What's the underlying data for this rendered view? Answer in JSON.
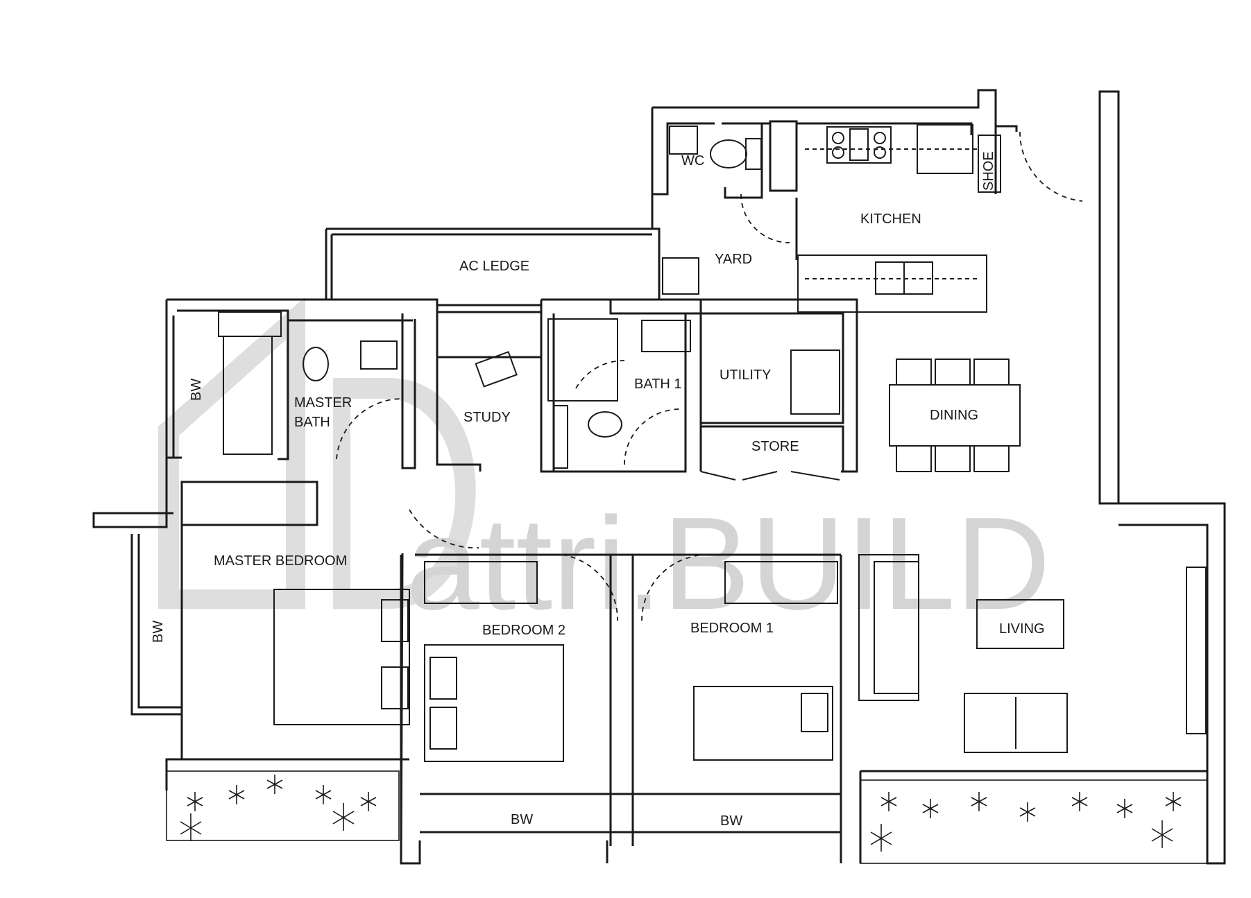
{
  "watermark": {
    "text": "attri.BUILD"
  },
  "rooms": {
    "wc": "WC",
    "kitchen": "KITCHEN",
    "shoe": "SHOE",
    "yard": "YARD",
    "ac_ledge": "AC LEDGE",
    "master_bath_line1": "MASTER",
    "master_bath_line2": "BATH",
    "study": "STUDY",
    "bath1": "BATH 1",
    "utility": "UTILITY",
    "store": "STORE",
    "dining": "DINING",
    "master_bedroom": "MASTER BEDROOM",
    "bedroom2": "BEDROOM 2",
    "bedroom1": "BEDROOM 1",
    "living": "LIVING",
    "bw_master_bath": "BW",
    "bw_master_bedroom": "BW",
    "bw_bedroom2": "BW",
    "bw_bedroom1": "BW"
  },
  "colors": {
    "line": "#1a1a1a",
    "watermark": "#d4d4d4"
  }
}
